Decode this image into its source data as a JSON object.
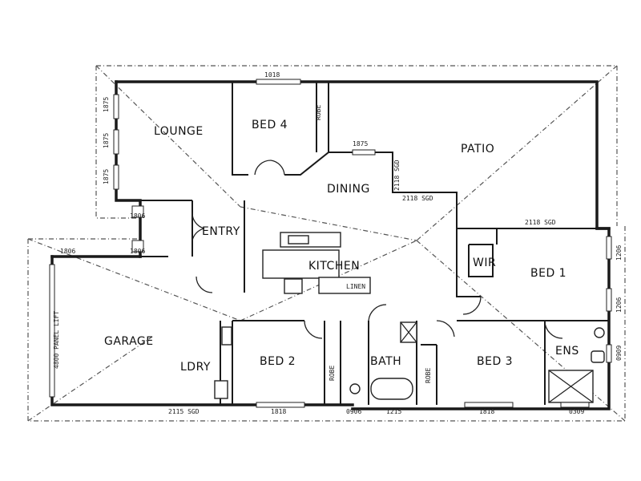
{
  "rooms": {
    "lounge": "LOUNGE",
    "bed4": "BED 4",
    "robe_bed4": "ROBE",
    "patio": "PATIO",
    "dining": "DINING",
    "entry": "ENTRY",
    "kitchen": "KITCHEN",
    "linen": "LINEN",
    "wir": "WIR",
    "bed1": "BED 1",
    "garage": "GARAGE",
    "ldry": "LDRY",
    "bed2": "BED 2",
    "robe_bed2": "ROBE",
    "bath": "BATH",
    "robe_bed3": "ROBE",
    "bed3": "BED 3",
    "ens": "ENS"
  },
  "dimensions": {
    "lounge_top": "1018",
    "lounge_left_1": "1875",
    "lounge_left_2": "1875",
    "lounge_left_3": "1875",
    "bed4_window": "1875",
    "dining_door_side": "2118 SGD",
    "dining_door_bottom": "2118 SGD",
    "patio_door": "2118 SGD",
    "entry_side_1": "1806",
    "entry_side_2": "1806",
    "garage_top": "1806",
    "garage_door": "4800 PANEL LIFT",
    "bed1_right_1": "1206",
    "bed1_right_2": "1206",
    "ens_right": "0909",
    "bottom_sgd": "2115 SGD",
    "bed2_bottom": "1818",
    "bath_bottom_1": "0906",
    "bath_bottom_2": "1215",
    "bed3_bottom": "1818",
    "ens_bottom": "0309"
  }
}
